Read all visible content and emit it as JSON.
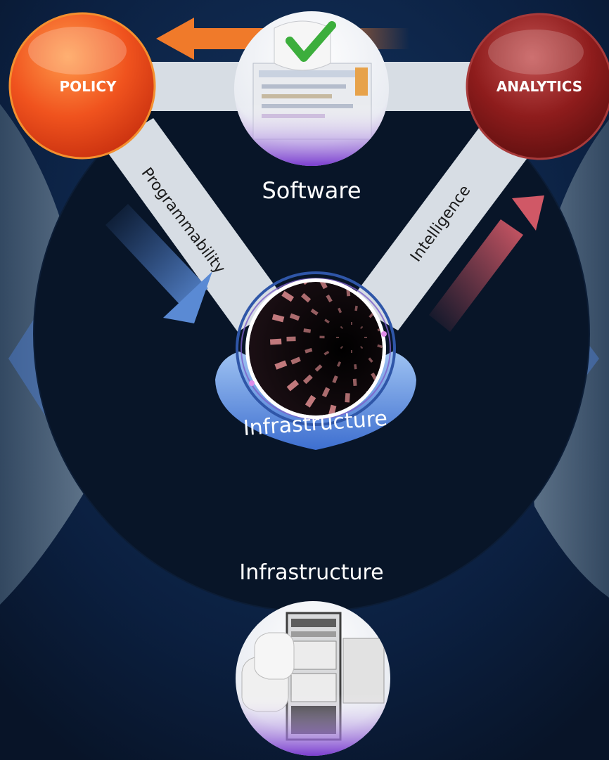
{
  "nodes": {
    "policy": {
      "label": "POLICY",
      "color": "#f0531e"
    },
    "analytics": {
      "label": "ANALYTICS",
      "color": "#8e1c1c"
    },
    "software": {
      "label": "Software"
    },
    "infra_center": {
      "label": "Infrastructure"
    },
    "infra_bottom": {
      "label": "Infrastructure"
    }
  },
  "edges": {
    "left": {
      "label": "Programmability"
    },
    "right": {
      "label": "Intelligence"
    }
  },
  "colors": {
    "background": "#0b1a33",
    "arrow_orange": "#ef7a2a",
    "arrow_blue": "#4a78c4",
    "arrow_red": "#c4505e",
    "band": "#d7dde4",
    "infra_ring": "#4f7ed8"
  },
  "icons": {
    "software": "document-check-icon",
    "infra_center": "network-tunnel-icon",
    "infra_bottom": "hardware-rack-icon"
  }
}
